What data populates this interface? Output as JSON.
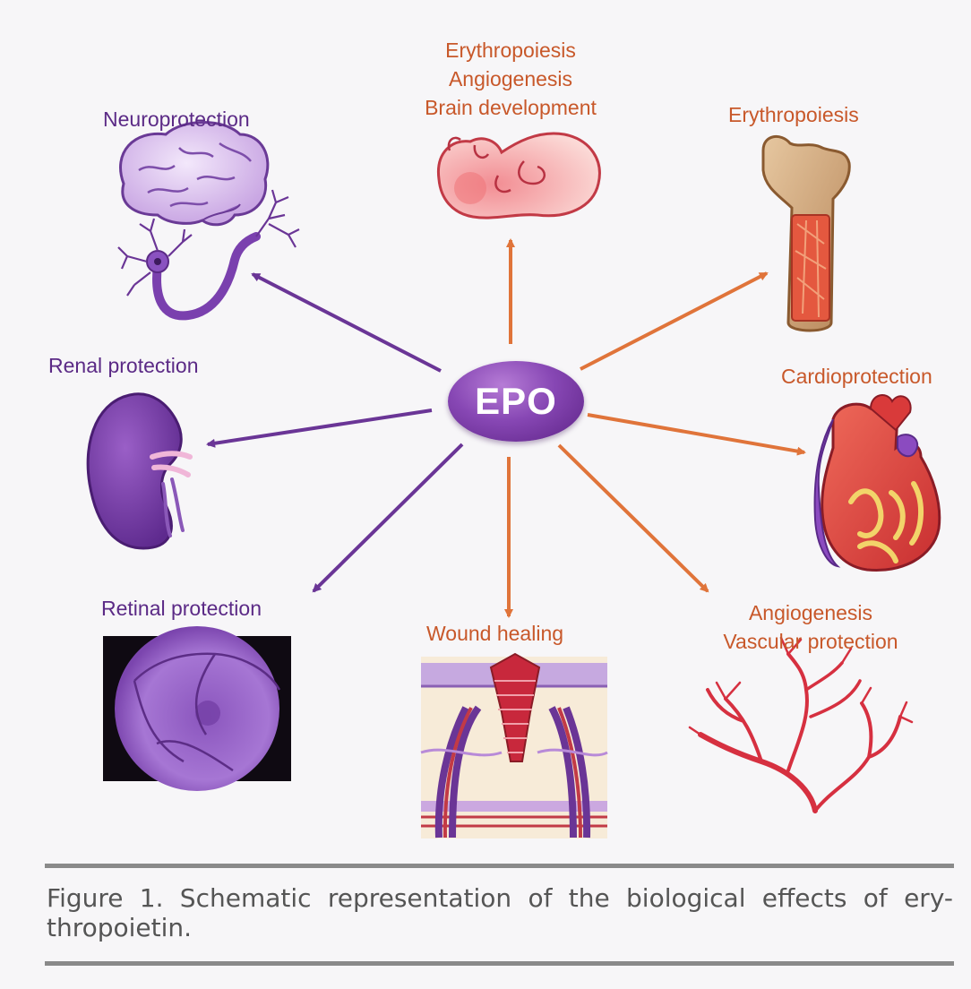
{
  "hub": {
    "label": "EPO"
  },
  "labels": {
    "neuroprotection": "Neuroprotection",
    "erythro_top": [
      "Erythropoiesis",
      "Angiogenesis",
      "Brain development"
    ],
    "erythropoiesis_right": "Erythropoiesis",
    "renal": "Renal protection",
    "cardio": "Cardioprotection",
    "retinal": "Retinal protection",
    "wound": "Wound healing",
    "angio_right": [
      "Angiogenesis",
      "Vascular protection"
    ]
  },
  "caption": "Figure 1. Schematic representation of the biological effects of ery-thropoietin.",
  "colors": {
    "purple": "#5b2a86",
    "orange": "#c8582a",
    "arrow_purple": "#6a3596",
    "arrow_orange": "#e0743a",
    "hub": "#8747b4",
    "blood_red": "#c8283c"
  },
  "icons": [
    "brain-icon",
    "neuron-icon",
    "embryo-icon",
    "femur-bone-icon",
    "kidney-icon",
    "heart-icon",
    "retina-icon",
    "skin-wound-icon",
    "blood-vessels-icon"
  ]
}
